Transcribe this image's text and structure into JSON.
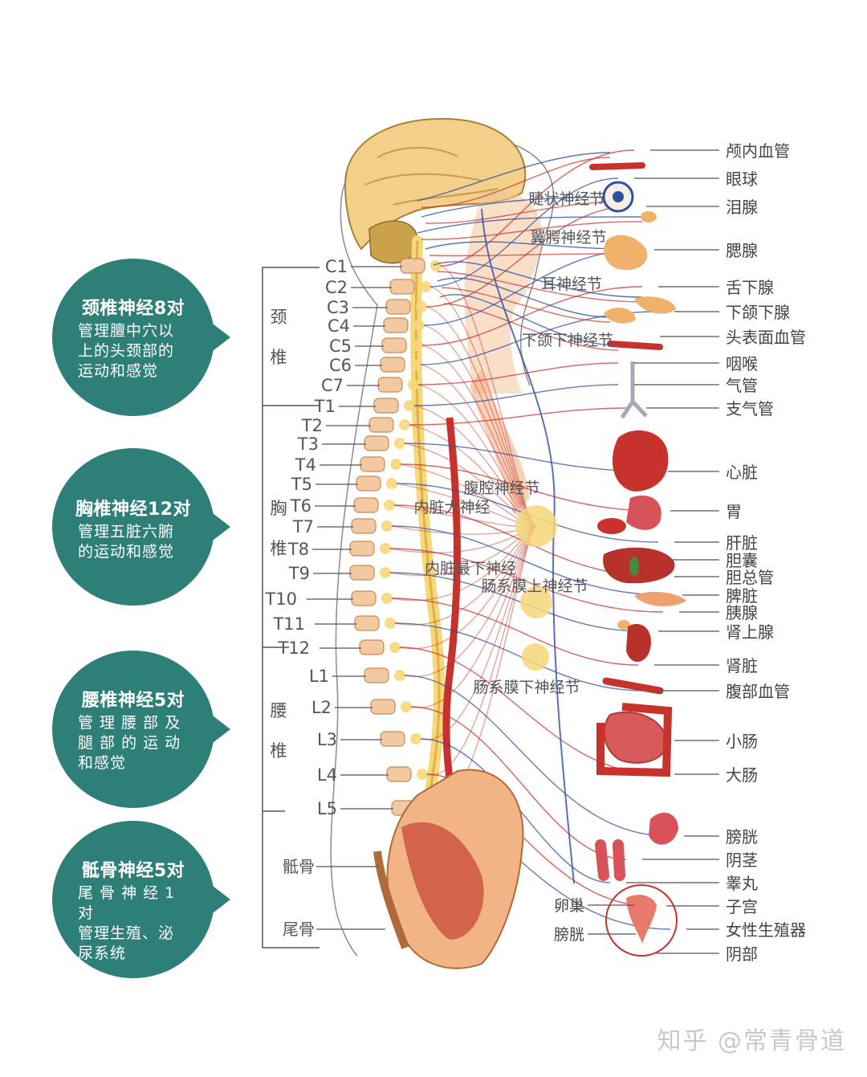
{
  "bubbles": [
    {
      "title": "颈椎神经8对",
      "lines": [
        "管理膻中穴以",
        "上的头颈部的",
        "运动和感觉"
      ]
    },
    {
      "title": "胸椎神经12对",
      "lines": [
        "管理五脏六腑",
        "的运动和感觉"
      ]
    },
    {
      "title": "腰椎神经5对",
      "lines": [
        "管 理 腰 部 及",
        "腿 部 的 运 动",
        "和感觉"
      ]
    },
    {
      "title": "骶骨神经5对",
      "lines": [
        "尾 骨 神 经 1 对",
        "管理生殖、泌",
        "尿系统"
      ]
    }
  ],
  "regions": [
    "颈",
    "椎",
    "胸",
    "椎",
    "腰",
    "椎"
  ],
  "vertebrae": [
    "C1",
    "C2",
    "C3",
    "C4",
    "C5",
    "C6",
    "C7",
    "T1",
    "T2",
    "T3",
    "T4",
    "T5",
    "T6",
    "T7",
    "T8",
    "T9",
    "T10",
    "T11",
    "T12",
    "L1",
    "L2",
    "L3",
    "L4",
    "L5"
  ],
  "bone_labels": [
    "骶骨",
    "尾骨"
  ],
  "ganglia": [
    "睫状神经节",
    "翼腭神经节",
    "耳神经节",
    "下颌下神经节",
    "腹腔神经节",
    "内脏大神经",
    "内脏最下神经",
    "肠系膜上神经节",
    "肠系膜下神经节"
  ],
  "organs": [
    "颅内血管",
    "眼球",
    "泪腺",
    "腮腺",
    "舌下腺",
    "下颌下腺",
    "头表面血管",
    "咽喉",
    "气管",
    "支气管",
    "心脏",
    "胃",
    "肝脏",
    "胆囊",
    "胆总管",
    "脾脏",
    "胰腺",
    "肾上腺",
    "肾脏",
    "腹部血管",
    "小肠",
    "大肠",
    "膀胱",
    "阴茎",
    "睾丸",
    "子宫",
    "女性生殖器",
    "阴部"
  ],
  "inset_labels": [
    "卵巢",
    "膀胱"
  ],
  "watermark": "知乎 @常青骨道",
  "colors": {
    "bubble": "#2e7f78",
    "bone": "#f2c9a0",
    "nerve_yellow": "#f6d77a",
    "artery": "#c8322c",
    "nerve_blue": "#2f4fa2",
    "label": "#444444"
  }
}
